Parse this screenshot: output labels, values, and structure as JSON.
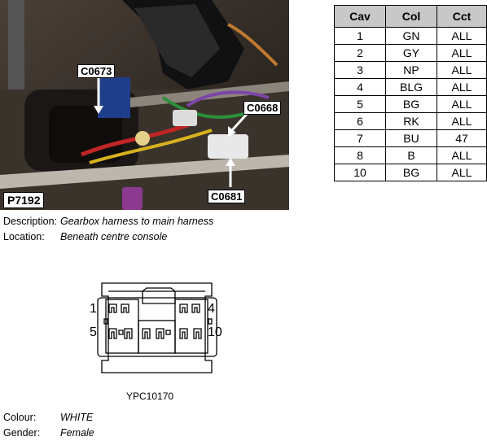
{
  "photo": {
    "plate": "P7192",
    "callouts": [
      "C0673",
      "C0668",
      "C0681"
    ]
  },
  "table": {
    "headers": [
      "Cav",
      "Col",
      "Cct"
    ],
    "rows": [
      [
        "1",
        "GN",
        "ALL"
      ],
      [
        "2",
        "GY",
        "ALL"
      ],
      [
        "3",
        "NP",
        "ALL"
      ],
      [
        "4",
        "BLG",
        "ALL"
      ],
      [
        "5",
        "BG",
        "ALL"
      ],
      [
        "6",
        "RK",
        "ALL"
      ],
      [
        "7",
        "BU",
        "47"
      ],
      [
        "8",
        "B",
        "ALL"
      ],
      [
        "10",
        "BG",
        "ALL"
      ]
    ]
  },
  "info": {
    "description_label": "Description:",
    "description": "Gearbox harness to main harness",
    "location_label": "Location:",
    "location": "Beneath centre console",
    "colour_label": "Colour:",
    "colour": "WHITE",
    "gender_label": "Gender:",
    "gender": "Female"
  },
  "connector": {
    "pin_top_left": "1",
    "pin_top_right": "4",
    "pin_bottom_left": "5",
    "pin_bottom_right": "10",
    "part_number": "YPC10170"
  }
}
